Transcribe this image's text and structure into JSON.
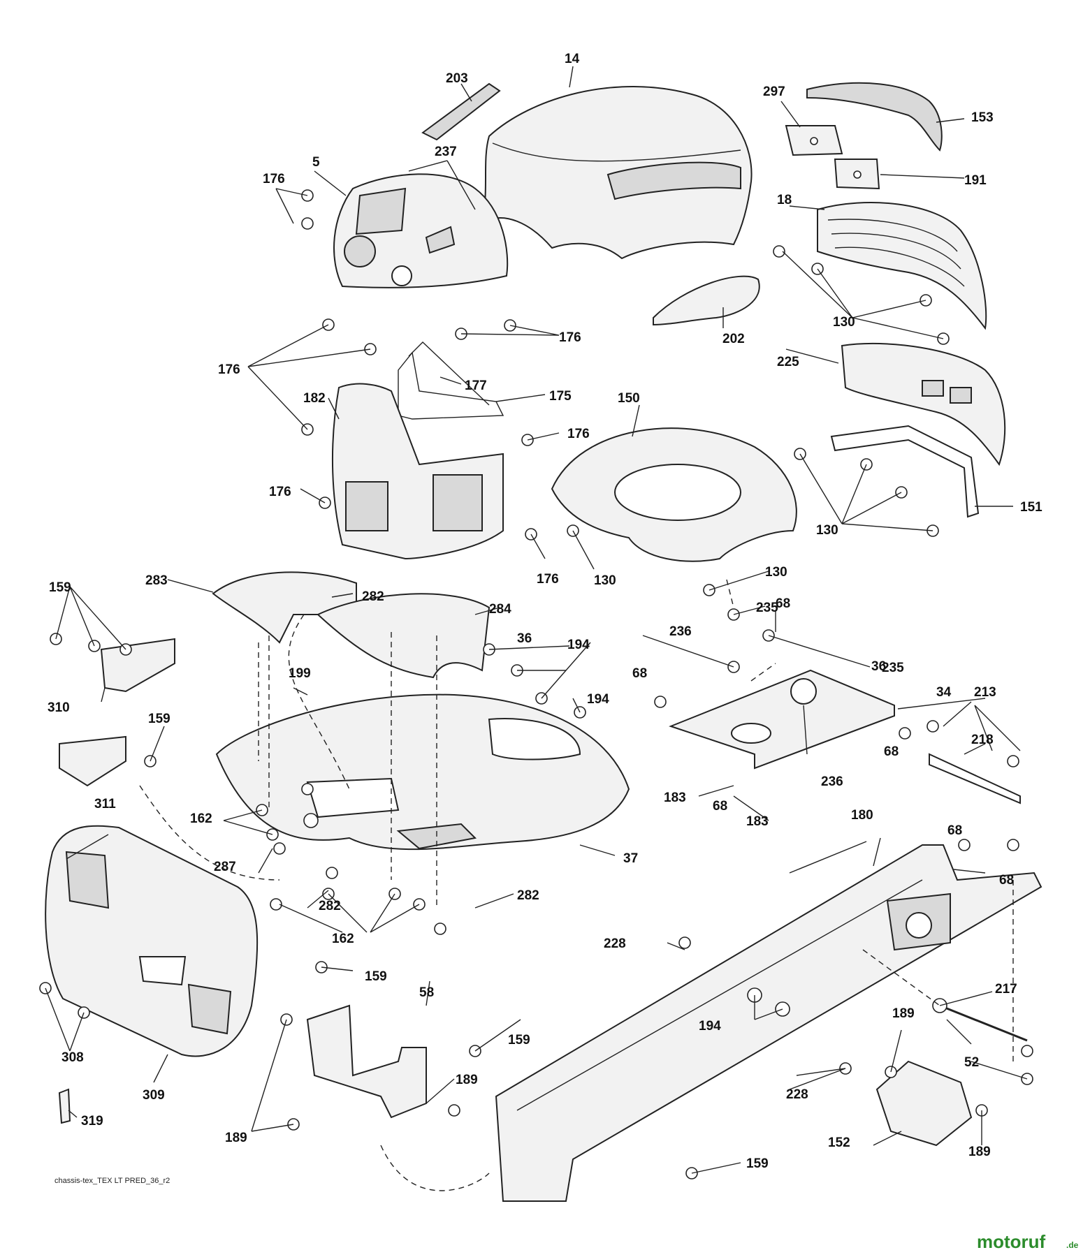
{
  "caption": "chassis-tex_TEX LT PRED_36_r2",
  "watermark": {
    "brand": "motoruf",
    "suffix": ".de",
    "color": "#2c8c2c"
  },
  "labels": [
    {
      "id": "l14",
      "text": "14"
    },
    {
      "id": "l203",
      "text": "203"
    },
    {
      "id": "l297",
      "text": "297"
    },
    {
      "id": "l153",
      "text": "153"
    },
    {
      "id": "l237",
      "text": "237"
    },
    {
      "id": "l176a",
      "text": "176"
    },
    {
      "id": "l5",
      "text": "5"
    },
    {
      "id": "l191",
      "text": "191"
    },
    {
      "id": "l18",
      "text": "18"
    },
    {
      "id": "l130a",
      "text": "130"
    },
    {
      "id": "l176b",
      "text": "176"
    },
    {
      "id": "l202",
      "text": "202"
    },
    {
      "id": "l176c",
      "text": "176"
    },
    {
      "id": "l177",
      "text": "177"
    },
    {
      "id": "l225",
      "text": "225"
    },
    {
      "id": "l182",
      "text": "182"
    },
    {
      "id": "l175",
      "text": "175"
    },
    {
      "id": "l150",
      "text": "150"
    },
    {
      "id": "l176d",
      "text": "176"
    },
    {
      "id": "l176e",
      "text": "176"
    },
    {
      "id": "l151",
      "text": "151"
    },
    {
      "id": "l130b",
      "text": "130"
    },
    {
      "id": "l176f",
      "text": "176"
    },
    {
      "id": "l130c",
      "text": "130"
    },
    {
      "id": "l130d",
      "text": "130"
    },
    {
      "id": "l283",
      "text": "283"
    },
    {
      "id": "l282a",
      "text": "282"
    },
    {
      "id": "l159a",
      "text": "159"
    },
    {
      "id": "l284",
      "text": "284"
    },
    {
      "id": "l235a",
      "text": "235"
    },
    {
      "id": "l68a",
      "text": "68"
    },
    {
      "id": "l236a",
      "text": "236"
    },
    {
      "id": "l36a",
      "text": "36"
    },
    {
      "id": "l194a",
      "text": "194"
    },
    {
      "id": "l68b",
      "text": "68"
    },
    {
      "id": "l235b",
      "text": "235"
    },
    {
      "id": "l36b",
      "text": "36"
    },
    {
      "id": "l199",
      "text": "199"
    },
    {
      "id": "l34",
      "text": "34"
    },
    {
      "id": "l213",
      "text": "213"
    },
    {
      "id": "l194b",
      "text": "194"
    },
    {
      "id": "l310",
      "text": "310"
    },
    {
      "id": "l159b",
      "text": "159"
    },
    {
      "id": "l218",
      "text": "218"
    },
    {
      "id": "l68c",
      "text": "68"
    },
    {
      "id": "l236b",
      "text": "236"
    },
    {
      "id": "l183a",
      "text": "183"
    },
    {
      "id": "l311",
      "text": "311"
    },
    {
      "id": "l68d",
      "text": "68"
    },
    {
      "id": "l162a",
      "text": "162"
    },
    {
      "id": "l183b",
      "text": "183"
    },
    {
      "id": "l180",
      "text": "180"
    },
    {
      "id": "l68e",
      "text": "68"
    },
    {
      "id": "l37",
      "text": "37"
    },
    {
      "id": "l287",
      "text": "287"
    },
    {
      "id": "l68f",
      "text": "68"
    },
    {
      "id": "l282b",
      "text": "282"
    },
    {
      "id": "l282c",
      "text": "282"
    },
    {
      "id": "l162b",
      "text": "162"
    },
    {
      "id": "l228a",
      "text": "228"
    },
    {
      "id": "l159c",
      "text": "159"
    },
    {
      "id": "l217",
      "text": "217"
    },
    {
      "id": "l58",
      "text": "58"
    },
    {
      "id": "l194c",
      "text": "194"
    },
    {
      "id": "l189a",
      "text": "189"
    },
    {
      "id": "l308",
      "text": "308"
    },
    {
      "id": "l159d",
      "text": "159"
    },
    {
      "id": "l52",
      "text": "52"
    },
    {
      "id": "l189b",
      "text": "189"
    },
    {
      "id": "l228b",
      "text": "228"
    },
    {
      "id": "l309",
      "text": "309"
    },
    {
      "id": "l319",
      "text": "319"
    },
    {
      "id": "l189c",
      "text": "189"
    },
    {
      "id": "l152",
      "text": "152"
    },
    {
      "id": "l189d",
      "text": "189"
    },
    {
      "id": "l159e",
      "text": "159"
    }
  ]
}
